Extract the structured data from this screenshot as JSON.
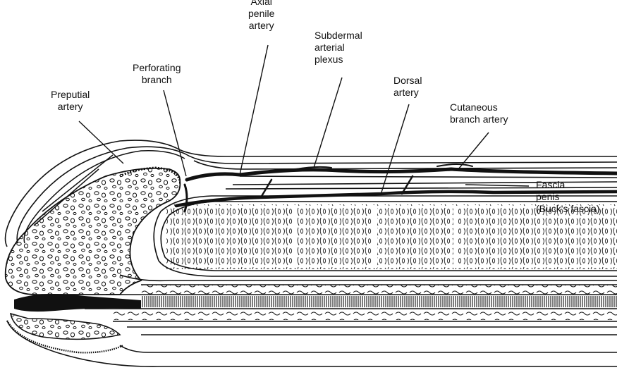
{
  "labels": {
    "axial": "Axial\npenile\nartery",
    "subdermal": "Subdermal\narterial\nplexus",
    "perforating": "Perforating\nbranch",
    "dorsal": "Dorsal\nartery",
    "preputial": "Preputial\nartery",
    "cutaneous": "Cutaneous\nbranch artery",
    "fascia": "Fascia\npenis\n(Buck's fascia)"
  },
  "colors": {
    "ink": "#111111",
    "paper": "#ffffff"
  }
}
